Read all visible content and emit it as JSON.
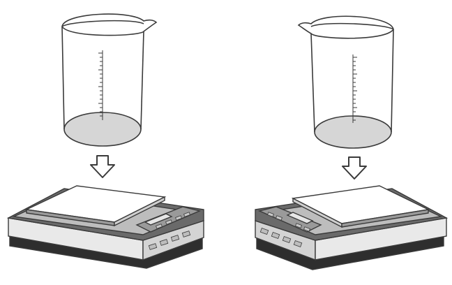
{
  "illustration": {
    "panels": [
      {
        "beaker": {
          "spout": "right"
        },
        "scale": {
          "facing": "right-front"
        }
      },
      {
        "beaker": {
          "spout": "left"
        },
        "scale": {
          "facing": "left-front"
        }
      }
    ],
    "colors": {
      "outline": "#3a3a3a",
      "liquid": "#d6d6d6",
      "scale_body": "#e9e9e9",
      "scale_dark": "#555555",
      "scale_base": "#2e2e2e",
      "platform": "#ffffff",
      "display": "#8a8a8a"
    }
  }
}
